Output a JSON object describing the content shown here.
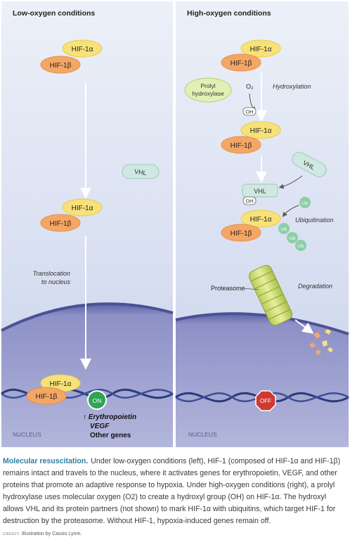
{
  "left_panel": {
    "title": "Low-oxygen conditions",
    "hif1a": "HIF-1α",
    "hif1b": "HIF-1β",
    "vhl": "VHL",
    "translocation_line1": "Translocation",
    "translocation_line2": "to nucleus",
    "on_label": "ON",
    "genes": [
      "↑ Erythropoietin",
      "VEGF",
      "Other genes"
    ],
    "nucleus": "NUCLEUS"
  },
  "right_panel": {
    "title": "High-oxygen conditions",
    "hif1a": "HIF-1α",
    "hif1b": "HIF-1β",
    "prolyl_line1": "Prolyl",
    "prolyl_line2": "hydroxylase",
    "o2": "O₂",
    "oh": "OH",
    "hydroxylation": "Hydroxylation",
    "vhl": "VHL",
    "ub": "Ub",
    "ubiquitination": "Ubiquitination",
    "proteasome": "Proteasome",
    "degradation": "Degradation",
    "off_label": "OFF",
    "nucleus": "NUCLEUS"
  },
  "caption": {
    "title": "Molecular resuscitation.",
    "text": "Under low-oxygen conditions (left), HIF-1 (composed of HIF-1α and HIF-1β) remains intact and travels to the nucleus, where it activates genes for erythropoietin, VEGF, and other proteins that promote an adaptive response to hypoxia. Under high-oxygen conditions (right), a prolyl hydroxylase uses molecular oxygen (O2) to create a hydroxyl group (OH) on HIF-1α. The hydroxyl allows VHL and its protein partners (not shown) to mark HIF-1α with ubiquitins, which target HIF-1 for destruction by the proteasome. Without HIF-1, hypoxia-induced genes remain off."
  },
  "credit": {
    "label": "CREDIT:",
    "text": "Illustration by Cassio Lynm."
  },
  "colors": {
    "hif1a_fill": "#f7e27a",
    "hif1b_fill": "#f4a765",
    "vhl_fill": "#cfe8e1",
    "ub_fill": "#8ccfa6",
    "on_fill": "#2da552",
    "off_fill": "#cf3a30",
    "caption_title": "#2f7fa2"
  }
}
